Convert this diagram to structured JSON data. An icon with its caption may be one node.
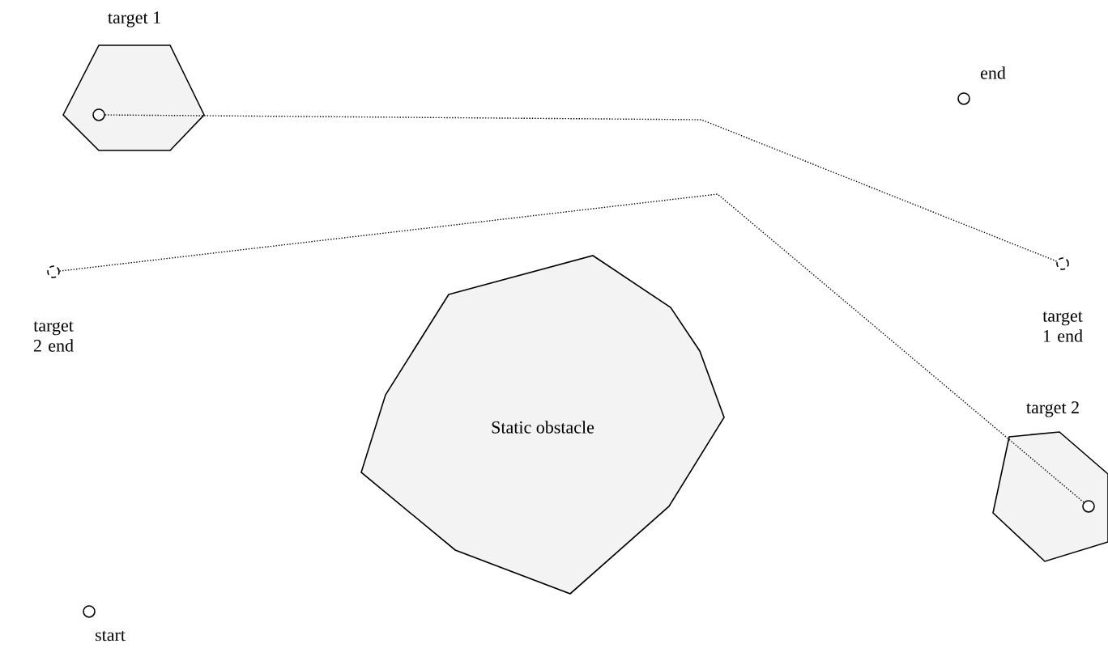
{
  "diagram": {
    "nodes": [
      {
        "text": [
          "target 1"
        ]
      },
      {
        "text": [],
        "shape": "circle",
        "in": 0
      },
      {
        "text": [],
        "shape": "circle",
        "beside": [
          "target 1 end"
        ]
      },
      {
        "text": [
          "target 2"
        ]
      },
      {
        "text": [],
        "shape": "circle",
        "in": 3
      },
      {
        "text": [],
        "shape": "circle",
        "beside": [
          "target 2 end"
        ]
      },
      {
        "text": [
          "Static obstacle"
        ]
      },
      {
        "text": [],
        "shape": "circle",
        "beside": [
          "end"
        ]
      },
      {
        "text": [],
        "shape": "circle",
        "beside": [
          "start"
        ]
      }
    ],
    "edges": [
      {
        "from": 1,
        "to": 2,
        "arrow": "none",
        "style": "dashed"
      },
      {
        "from": 4,
        "to": 5,
        "arrow": "none",
        "style": "dashed"
      }
    ]
  }
}
